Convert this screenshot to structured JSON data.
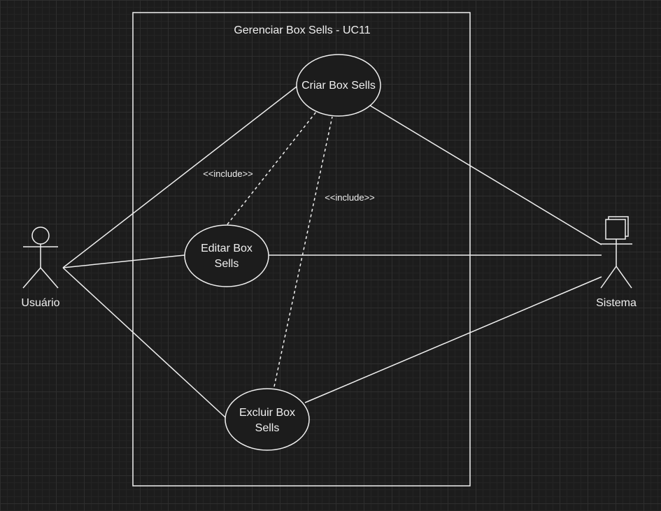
{
  "diagram": {
    "system_boundary": {
      "title": "Gerenciar Box Sells - UC11"
    },
    "actors": {
      "usuario": {
        "label": "Usuário"
      },
      "sistema": {
        "label": "Sistema"
      }
    },
    "use_cases": {
      "criar": {
        "line1": "Criar Box Sells"
      },
      "editar": {
        "line1": "Editar Box",
        "line2": "Sells"
      },
      "excluir": {
        "line1": "Excluir Box",
        "line2": "Sells"
      }
    },
    "relations": {
      "include_editar": "<<include>>",
      "include_excluir": "<<include>>"
    },
    "colors": {
      "background": "#1c1c1c",
      "stroke": "#f0f0f0"
    }
  }
}
